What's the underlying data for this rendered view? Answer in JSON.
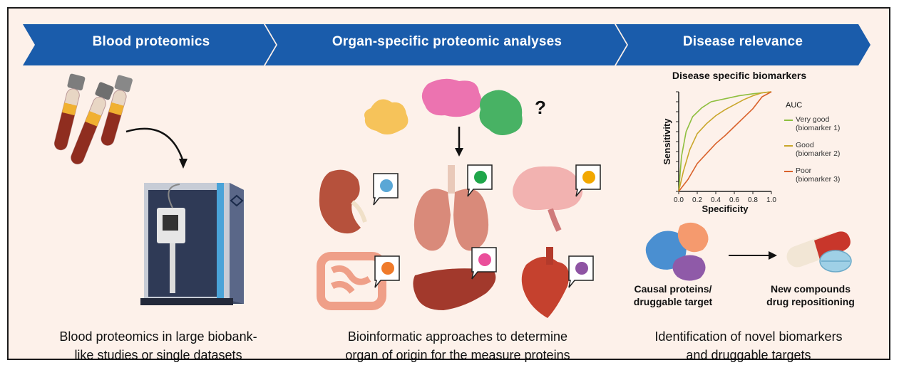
{
  "banners": {
    "blood": "Blood proteomics",
    "organ": "Organ-specific proteomic analyses",
    "disease": "Disease relevance"
  },
  "captions": {
    "blood_line1": "Blood proteomics in large biobank-",
    "blood_line2": "like studies or single datasets",
    "organ_line1": "Bioinformatic approaches to determine",
    "organ_line2": "organ of origin for the measure proteins",
    "disease_line1": "Identification of novel biomarkers",
    "disease_line2": "and druggable targets"
  },
  "question_mark": "?",
  "roc": {
    "title": "Disease specific biomarkers",
    "legend_title": "AUC",
    "legend": [
      {
        "line1": "Very good",
        "line2": "(biomarker 1)",
        "color": "#8fbf3f"
      },
      {
        "line1": "Good",
        "line2": "(biomarker 2)",
        "color": "#c9a62a"
      },
      {
        "line1": "Poor",
        "line2": "(biomarker 3)",
        "color": "#d9622b"
      }
    ],
    "xlabel": "Specificity",
    "ylabel": "Sensitivity",
    "ticks": [
      "0.0",
      "0.2",
      "0.4",
      "0.6",
      "0.8",
      "1.0"
    ]
  },
  "chart_data": {
    "type": "line",
    "title": "Disease specific biomarkers",
    "xlabel": "Specificity",
    "ylabel": "Sensitivity",
    "xlim": [
      0,
      1
    ],
    "ylim": [
      0,
      1
    ],
    "x_ticks": [
      "0.0",
      "0.2",
      "0.4",
      "0.6",
      "0.8",
      "1.0"
    ],
    "legend_title": "AUC",
    "series": [
      {
        "name": "Very good (biomarker 1)",
        "color": "#8fbf3f",
        "x": [
          0,
          0.03,
          0.08,
          0.15,
          0.25,
          0.35,
          0.5,
          0.65,
          0.8,
          0.9,
          1.0
        ],
        "y": [
          0,
          0.35,
          0.6,
          0.75,
          0.84,
          0.9,
          0.93,
          0.96,
          0.98,
          0.99,
          1.0
        ]
      },
      {
        "name": "Good (biomarker 2)",
        "color": "#c9a62a",
        "x": [
          0,
          0.05,
          0.12,
          0.2,
          0.3,
          0.4,
          0.5,
          0.6,
          0.7,
          0.8,
          0.9,
          1.0
        ],
        "y": [
          0,
          0.2,
          0.42,
          0.58,
          0.68,
          0.76,
          0.82,
          0.87,
          0.92,
          0.96,
          0.99,
          1.0
        ]
      },
      {
        "name": "Poor (biomarker 3)",
        "color": "#d9622b",
        "x": [
          0,
          0.1,
          0.2,
          0.3,
          0.4,
          0.5,
          0.6,
          0.7,
          0.8,
          0.9,
          1.0
        ],
        "y": [
          0,
          0.12,
          0.28,
          0.38,
          0.48,
          0.56,
          0.65,
          0.74,
          0.83,
          0.95,
          1.0
        ]
      }
    ]
  },
  "drug": {
    "left_line1": "Causal proteins/",
    "left_line2": "druggable target",
    "right_line1": "New compounds",
    "right_line2": "drug repositioning"
  },
  "organ_dot_colors": {
    "kidney": "#5aa7d6",
    "lung": "#1fa64a",
    "brain": "#f2a800",
    "intestine": "#ef7a2a",
    "liver": "#ea4f9b",
    "heart": "#8e54a3"
  },
  "colors": {
    "banner": "#1a5cab",
    "background": "#fdf1ea"
  }
}
